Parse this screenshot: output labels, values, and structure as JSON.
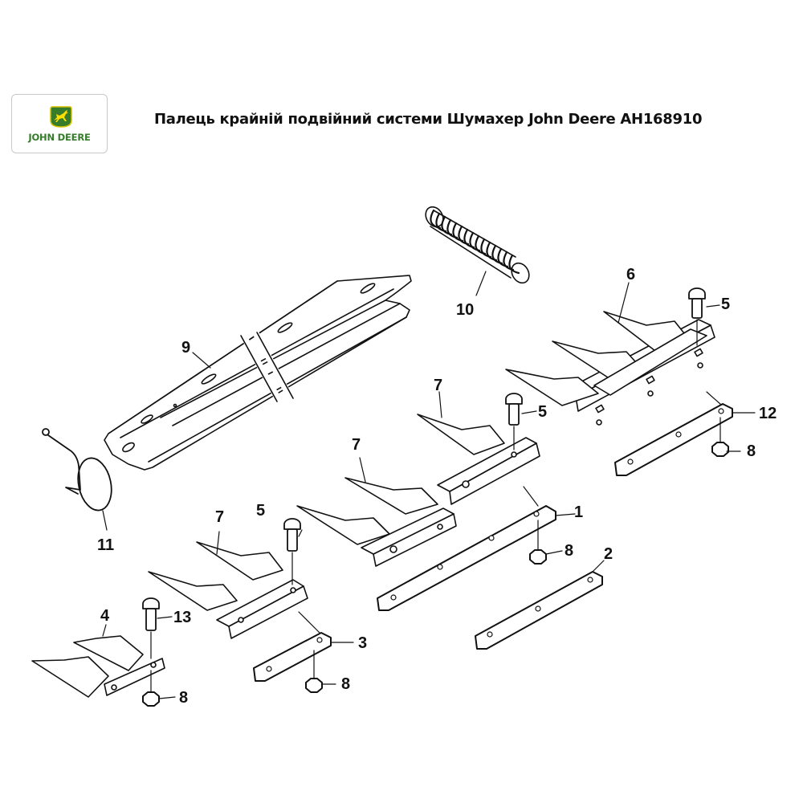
{
  "header": {
    "logo": {
      "brand": "JOHN DEERE",
      "icon": "deer-emblem-icon",
      "colors": {
        "green": "#367C2B",
        "yellow": "#FFDE00"
      }
    },
    "title": "Палець крайній подвійний системи Шумахер John Deere AH168910"
  },
  "diagram": {
    "line_color": "#111111",
    "callouts": [
      {
        "id": "c1",
        "label": "1",
        "part": "knife-back-bar-long"
      },
      {
        "id": "c2",
        "label": "2",
        "part": "knife-back-bar-short"
      },
      {
        "id": "c3",
        "label": "3",
        "part": "knife-back-bar-small"
      },
      {
        "id": "c4",
        "label": "4",
        "part": "end-guard-single"
      },
      {
        "id": "c5a",
        "label": "5",
        "part": "bolt"
      },
      {
        "id": "c5b",
        "label": "5",
        "part": "bolt"
      },
      {
        "id": "c5c",
        "label": "5",
        "part": "bolt"
      },
      {
        "id": "c6",
        "label": "6",
        "part": "triple-guard"
      },
      {
        "id": "c7a",
        "label": "7",
        "part": "double-guard"
      },
      {
        "id": "c7b",
        "label": "7",
        "part": "double-guard"
      },
      {
        "id": "c7c",
        "label": "7",
        "part": "double-guard"
      },
      {
        "id": "c8a",
        "label": "8",
        "part": "nut"
      },
      {
        "id": "c8b",
        "label": "8",
        "part": "nut"
      },
      {
        "id": "c8c",
        "label": "8",
        "part": "nut"
      },
      {
        "id": "c8d",
        "label": "8",
        "part": "nut"
      },
      {
        "id": "c9",
        "label": "9",
        "part": "guard-channel-bar"
      },
      {
        "id": "c10",
        "label": "10",
        "part": "tension-spring"
      },
      {
        "id": "c11",
        "label": "11",
        "part": "wire-clip"
      },
      {
        "id": "c12",
        "label": "12",
        "part": "knife-back-bar-medium"
      },
      {
        "id": "c13",
        "label": "13",
        "part": "bolt-short"
      }
    ]
  }
}
